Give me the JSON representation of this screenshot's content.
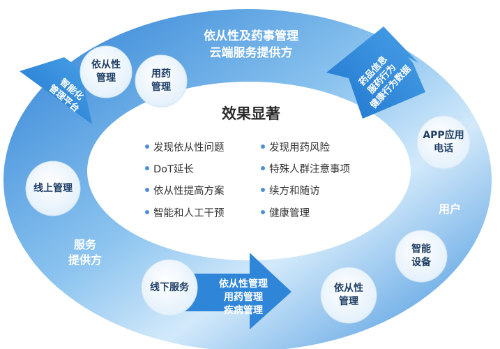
{
  "top_label": "依从性及药事管理\n云端服务提供方",
  "right_arrow_text": "药品信息\n服药行为\n健康行为数据",
  "left_arrow_text": "智能化\n管理平台",
  "bottom_arrow_text": "依从性管理\n用药管理\n疾病管理",
  "side_labels": {
    "user": "用户",
    "service_provider": "服务\n提供方"
  },
  "center": {
    "title": "效果显著",
    "left_items": [
      "发现依从性问题",
      "DoT延长",
      "依从性提高方案",
      "智能和人工干预"
    ],
    "right_items": [
      "发现用药风险",
      "特殊人群注意事项",
      "续方和随访",
      "健康管理"
    ]
  },
  "bubbles": {
    "adherence_top": "依从性\n管理",
    "medication": "用药\n管理",
    "online": "线上管理",
    "offline": "线下服务",
    "adherence_bottom": "依从性\n管理",
    "smart_device": "智能\n设备",
    "app_phone": "APP应用\n电话"
  },
  "colors": {
    "ring_dark": "#2f86d8",
    "ring_light": "#b9dcf6",
    "bubble_fill": "#f4f9fe",
    "bullet": "#4a90d9"
  }
}
